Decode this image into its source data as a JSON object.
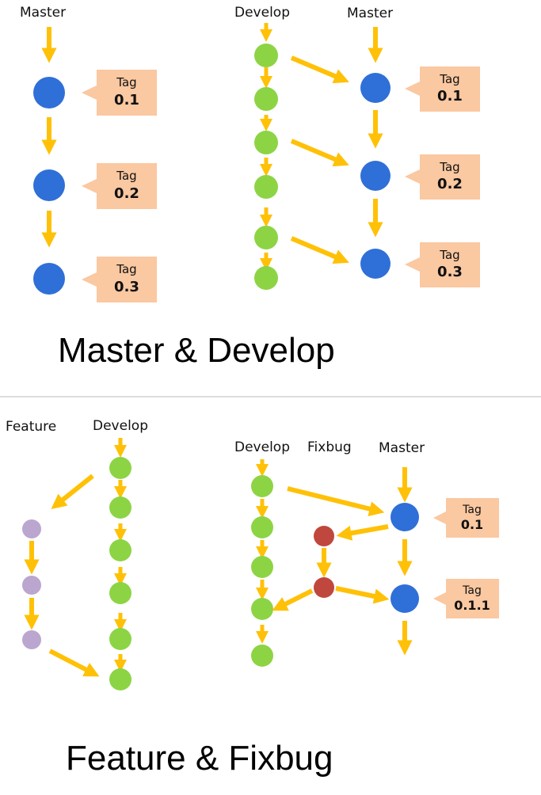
{
  "top": {
    "left_master_label": "Master",
    "develop_label": "Develop",
    "right_master_label": "Master",
    "left_tags": [
      {
        "word": "Tag",
        "ver": "0.1"
      },
      {
        "word": "Tag",
        "ver": "0.2"
      },
      {
        "word": "Tag",
        "ver": "0.3"
      }
    ],
    "right_tags": [
      {
        "word": "Tag",
        "ver": "0.1"
      },
      {
        "word": "Tag",
        "ver": "0.2"
      },
      {
        "word": "Tag",
        "ver": "0.3"
      }
    ],
    "title": "Master & Develop"
  },
  "bottom": {
    "feature_label": "Feature",
    "develop_label_left": "Develop",
    "develop_label_right": "Develop",
    "fixbug_label": "Fixbug",
    "master_label": "Master",
    "tags": [
      {
        "word": "Tag",
        "ver": "0.1"
      },
      {
        "word": "Tag",
        "ver": "0.1.1"
      }
    ],
    "title": "Feature & Fixbug"
  },
  "colors": {
    "arrow": "#FFC107",
    "master_node": "#2F6FD8",
    "develop_node": "#8DD444",
    "feature_node": "#BBA6CF",
    "fixbug_node": "#C0473D",
    "tag_fill": "#FAC8A1",
    "divider": "#DDDDDD"
  }
}
